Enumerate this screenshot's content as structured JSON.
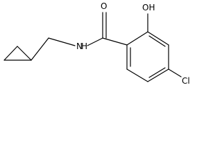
{
  "molecule": {
    "atoms": {
      "carbonyl_oxygen": "O",
      "hydroxyl": "OH",
      "amide_nitrogen": "N",
      "amide_hydrogen": "H",
      "chlorine": "Cl"
    }
  }
}
